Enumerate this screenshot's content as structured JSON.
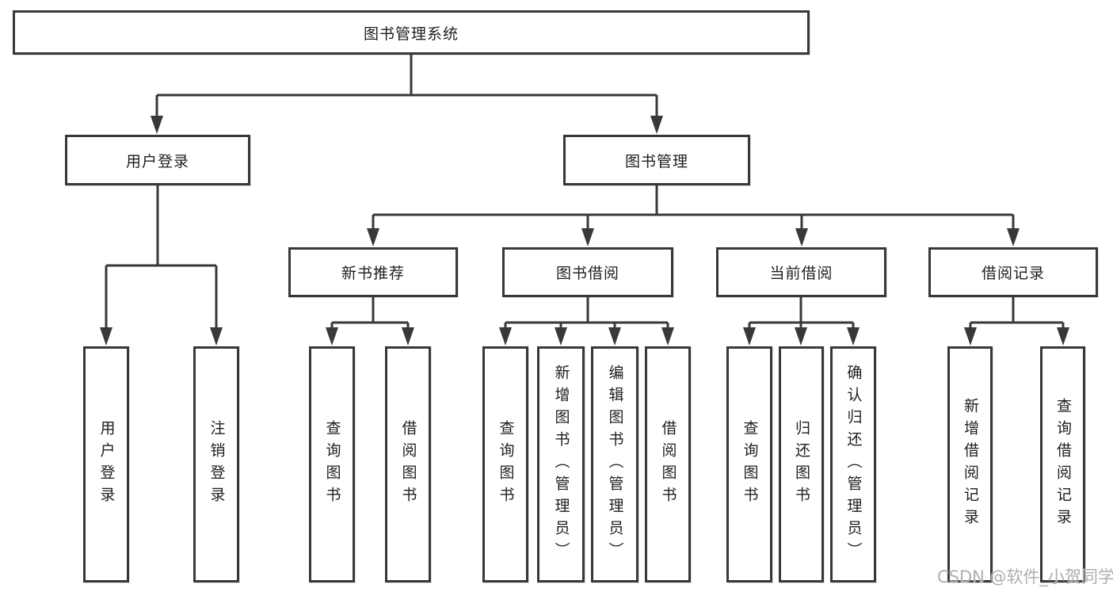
{
  "colors": {
    "line": "#383838",
    "box_border": "#383838",
    "text": "#1e1e1e",
    "watermark": "#a8a8a8",
    "background": "#ffffff"
  },
  "watermark": {
    "text": "CSDN @软件_小贺同学"
  },
  "tree": {
    "label": "图书管理系统",
    "children": [
      {
        "label": "用户登录",
        "children": [
          {
            "label": "用户登录"
          },
          {
            "label": "注销登录"
          }
        ]
      },
      {
        "label": "图书管理",
        "children": [
          {
            "label": "新书推荐",
            "children": [
              {
                "label": "查询图书"
              },
              {
                "label": "借阅图书"
              }
            ]
          },
          {
            "label": "图书借阅",
            "children": [
              {
                "label": "查询图书"
              },
              {
                "label": "新增图书（管理员）"
              },
              {
                "label": "编辑图书（管理员）"
              },
              {
                "label": "借阅图书"
              }
            ]
          },
          {
            "label": "当前借阅",
            "children": [
              {
                "label": "查询图书"
              },
              {
                "label": "归还图书"
              },
              {
                "label": "确认归还（管理员）"
              }
            ]
          },
          {
            "label": "借阅记录",
            "children": [
              {
                "label": "新增借阅记录"
              },
              {
                "label": "查询借阅记录"
              }
            ]
          }
        ]
      }
    ]
  }
}
